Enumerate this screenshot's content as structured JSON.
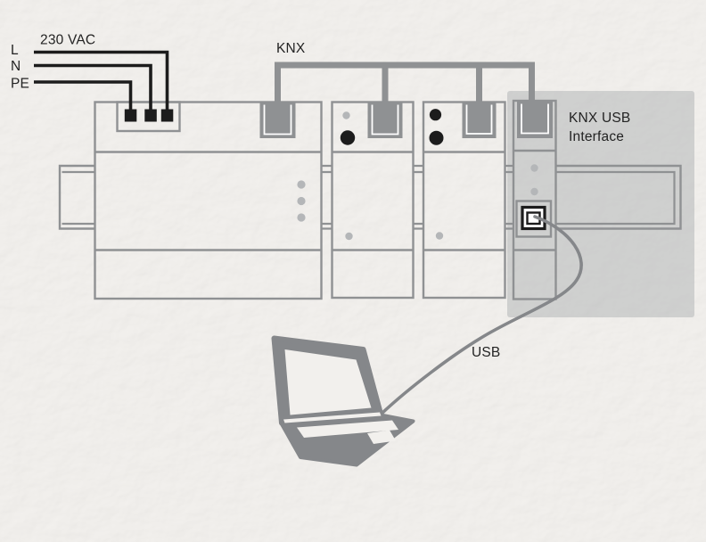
{
  "diagram": {
    "power_input": {
      "voltage_label": "230 VAC",
      "line_label": "L",
      "neutral_label": "N",
      "earth_label": "PE"
    },
    "bus": {
      "name_label": "KNX"
    },
    "usb_interface": {
      "title_line1": "KNX USB",
      "title_line2": "Interface"
    },
    "usb_connection": {
      "cable_label": "USB"
    }
  },
  "colors": {
    "bg": "#f2f0ed",
    "gray": "#8f9193",
    "dot": "#b4b6b8",
    "black": "#1c1c1c",
    "shade": "#9ea2a4",
    "laptop": "#85878a",
    "text": "#232323"
  }
}
